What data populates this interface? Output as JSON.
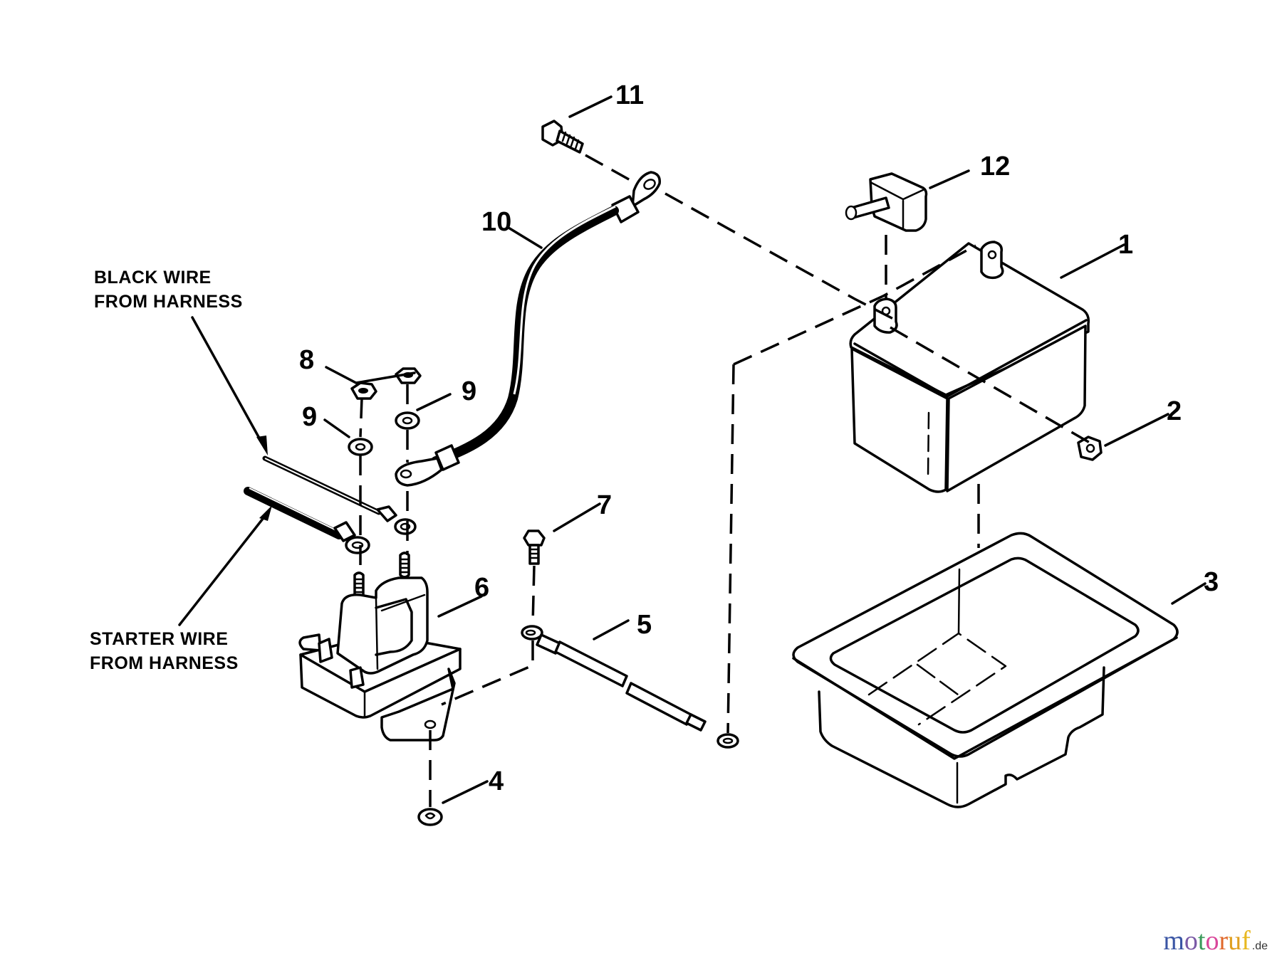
{
  "diagram": {
    "title": "Battery and solenoid exploded parts view",
    "callouts": [
      {
        "number": "1",
        "part": "battery"
      },
      {
        "number": "2",
        "part": "battery-terminal-nut"
      },
      {
        "number": "3",
        "part": "battery-tray"
      },
      {
        "number": "4",
        "part": "solenoid-mount-nut"
      },
      {
        "number": "5",
        "part": "ground-cable"
      },
      {
        "number": "6",
        "part": "starter-solenoid"
      },
      {
        "number": "7",
        "part": "ground-bolt"
      },
      {
        "number": "8",
        "part": "hex-nut"
      },
      {
        "number": "9",
        "part": "lock-washer"
      },
      {
        "number": "10",
        "part": "battery-cable"
      },
      {
        "number": "11",
        "part": "battery-terminal-bolt"
      },
      {
        "number": "12",
        "part": "terminal-cover"
      }
    ],
    "labels": {
      "black_wire_line1": "BLACK WIRE",
      "black_wire_line2": "FROM HARNESS",
      "starter_wire_line1": "STARTER WIRE",
      "starter_wire_line2": "FROM HARNESS"
    }
  },
  "watermark": {
    "letters": [
      {
        "char": "m",
        "color": "#3a55a4"
      },
      {
        "char": "o",
        "color": "#7a5aa6"
      },
      {
        "char": "t",
        "color": "#3a9a5a"
      },
      {
        "char": "o",
        "color": "#d9479a"
      },
      {
        "char": "r",
        "color": "#e0682a"
      },
      {
        "char": "u",
        "color": "#e0a020"
      },
      {
        "char": "f",
        "color": "#e8b820"
      }
    ],
    "tld": ".de"
  }
}
